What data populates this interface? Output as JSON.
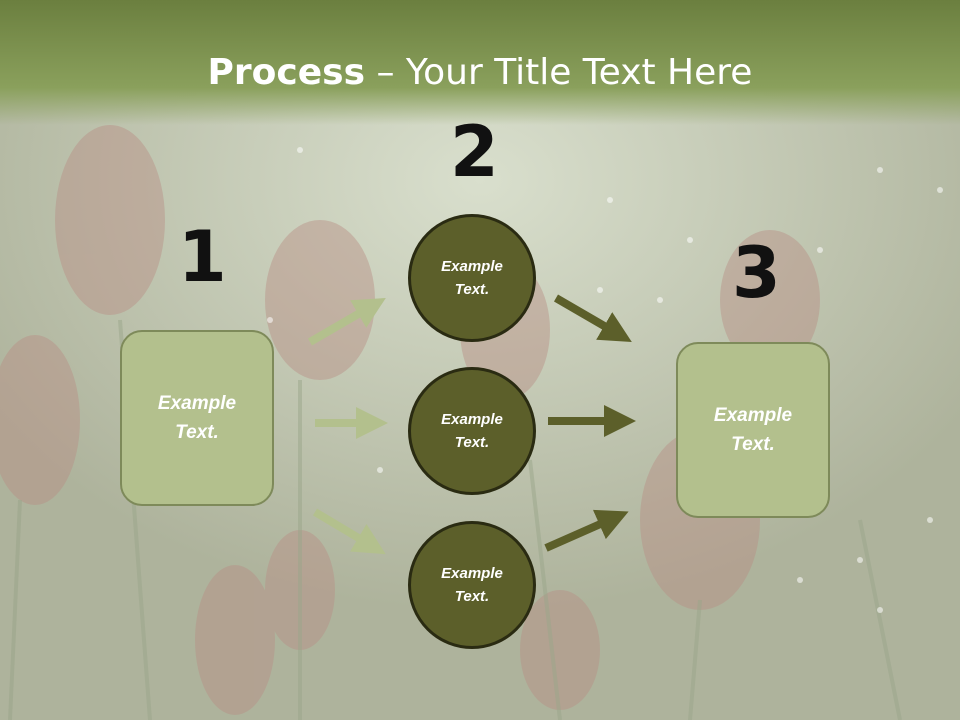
{
  "title": {
    "bold": "Process",
    "rest": " – Your Title Text Here"
  },
  "steps": {
    "step1": {
      "number": "1",
      "text": "Example Text."
    },
    "step2": {
      "number": "2",
      "items": [
        {
          "text": "Example Text."
        },
        {
          "text": "Example Text."
        },
        {
          "text": "Example Text."
        }
      ]
    },
    "step3": {
      "number": "3",
      "text": "Example Text."
    }
  },
  "colors": {
    "title_band": "#7b9050",
    "box_fill": "#b3c08d",
    "circle_fill": "#5c5f2a",
    "arrow_light": "#b3c08d",
    "arrow_dark": "#5c5f2a"
  }
}
